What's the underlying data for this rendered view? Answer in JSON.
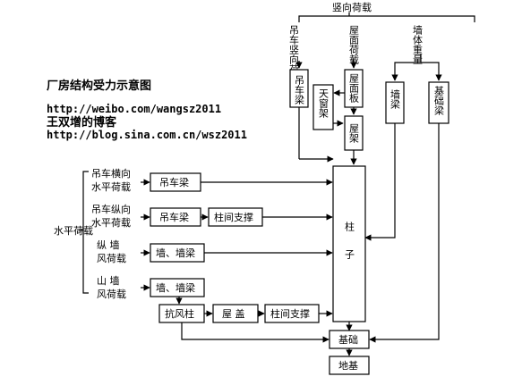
{
  "diagram": {
    "title": "厂房结构受力示意图",
    "links": {
      "weibo": "http://weibo.com/wangsz2011",
      "author": "王双增的博客",
      "blog": "http://blog.sina.com.cn/wsz2011"
    },
    "top_label": "竖向荷载",
    "vertical_groups": {
      "crane_vertical": "吊车竖向荷载",
      "roof_load": "屋面荷载",
      "wall_weight": "墙体重量"
    },
    "nodes": {
      "crane_beam_v": "吊车梁",
      "roof_panel": "屋面板",
      "skylight_frame": "天窗架",
      "roof_truss": "屋架",
      "wall_beam_v": "墙梁",
      "foundation_beam": "基础梁",
      "column": "柱子",
      "crane_beam_h1": "吊车梁",
      "crane_beam_h2": "吊车梁",
      "col_brace_1": "柱间支撑",
      "wall_beam_1": "墙、墙梁",
      "wall_beam_2": "墙、墙梁",
      "wind_column": "抗风柱",
      "roof_cover": "屋 盖",
      "col_brace_2": "柱间支撑",
      "foundation": "基础",
      "subgrade": "地基"
    },
    "horizontal_label": "水平荷载",
    "horizontal_sources": {
      "crane_transverse": [
        "吊车横向",
        "水平荷载"
      ],
      "crane_longitudinal": [
        "吊车纵向",
        "水平荷载"
      ],
      "longitudinal_wall": [
        "纵  墙",
        "风荷载"
      ],
      "gable_wall": [
        "山  墙",
        "风荷载"
      ]
    }
  }
}
